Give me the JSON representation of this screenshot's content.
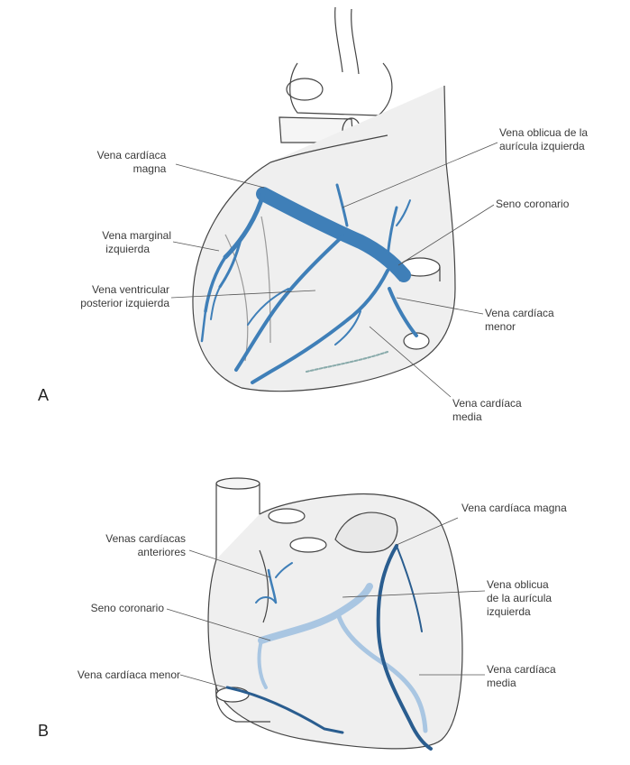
{
  "panelA": {
    "letter": "A",
    "labels": {
      "vena_cardiaca_magna_1": "Vena cardíaca",
      "vena_cardiaca_magna_2": "magna",
      "vena_marginal_1": "Vena marginal",
      "vena_marginal_2": "izquierda",
      "vena_ventricular_1": "Vena ventricular",
      "vena_ventricular_2": "posterior izquierda",
      "vena_oblicua_1": "Vena oblicua de la",
      "vena_oblicua_2": "aurícula izquierda",
      "seno_coronario": "Seno coronario",
      "vena_menor_1": "Vena cardíaca",
      "vena_menor_2": "menor",
      "vena_media_1": "Vena cardíaca",
      "vena_media_2": "media"
    }
  },
  "panelB": {
    "letter": "B",
    "labels": {
      "vena_magna": "Vena cardíaca magna",
      "venas_anteriores_1": "Venas cardíacas",
      "venas_anteriores_2": "anteriores",
      "seno_coronario": "Seno coronario",
      "vena_oblicua_1": "Vena oblicua",
      "vena_oblicua_2": "de la aurícula",
      "vena_oblicua_3": "izquierda",
      "vena_menor": "Vena cardíaca menor",
      "vena_media_1": "Vena cardíaca",
      "vena_media_2": "media"
    }
  },
  "colors": {
    "vein": "#3f7fb8",
    "vein_dark": "#2a5d8f",
    "vein_light": "#a9c6e2",
    "heart_fill": "#efefef",
    "outline": "#444444",
    "leader": "#555555"
  }
}
